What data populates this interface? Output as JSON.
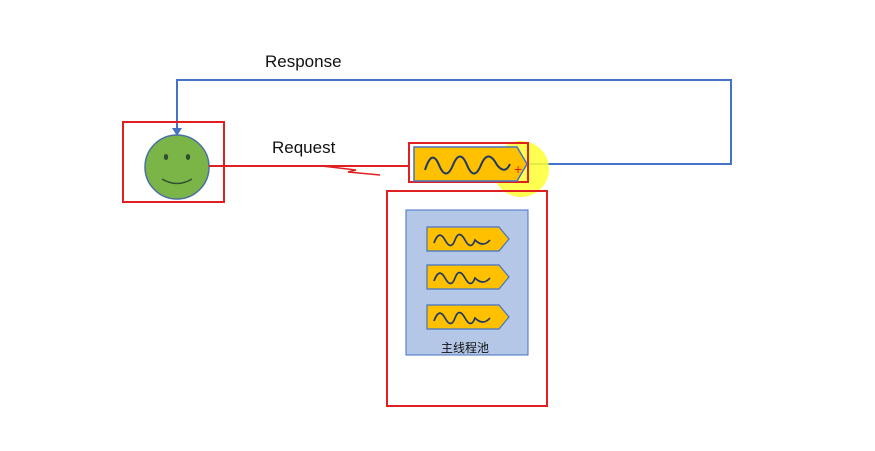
{
  "labels": {
    "response": "Response",
    "request": "Request",
    "thread_pool": "主线程池"
  },
  "colors": {
    "response_line": "#4472c4",
    "request_line": "#e02020",
    "highlight_box": "#e02020",
    "face_fill": "#7bb547",
    "face_stroke": "#4a6fa5",
    "thread_fill": "#ffc000",
    "thread_stroke": "#4472c4",
    "wave_stroke": "#1f3864",
    "pool_fill": "#b4c7e7",
    "pool_stroke": "#4472c4",
    "spotlight": "#ffff33"
  },
  "icons": {
    "client": "smiley-face-icon",
    "thread": "thread-wave-icon"
  }
}
